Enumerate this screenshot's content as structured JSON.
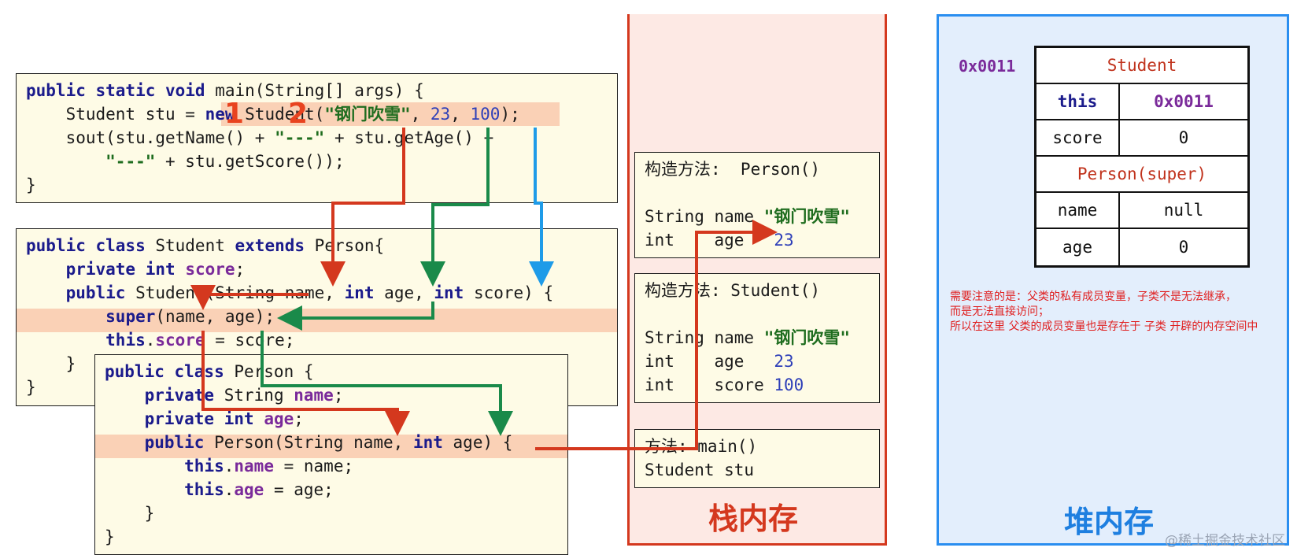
{
  "main_block": {
    "l1": {
      "kw": "public static void",
      "rest": " main(String[] args) {"
    },
    "l2": {
      "pre": "    Student stu = ",
      "new_kw": "new",
      "mid": " Student(",
      "str": "\"钢门吹雪\"",
      "c1": ", ",
      "n1": "23",
      "c2": ", ",
      "n2": "100",
      "end": ");"
    },
    "l3": {
      "pre": "    sout(stu.getName() + ",
      "str": "\"---\"",
      "rest": " + stu.getAge() +"
    },
    "l4": {
      "pre": "        ",
      "str": "\"---\"",
      "rest": " + stu.getScore());"
    },
    "l5": "}"
  },
  "step_marks": {
    "one": "1",
    "two": "2"
  },
  "student_block": {
    "l1": {
      "kw1": "public class",
      "mid": " Student ",
      "kw2": "extends",
      "rest": " Person{"
    },
    "l2": {
      "pre": "    ",
      "kw": "private int",
      "sp": " ",
      "fld": "score",
      "end": ";"
    },
    "l3": {
      "pre": "    ",
      "kw1": "public",
      "mid": " Student(String name, ",
      "kw2": "int",
      "mid2": " age, ",
      "kw3": "int",
      "end": " score) {"
    },
    "l4": {
      "pre": "        ",
      "kw": "super",
      "rest": "(name, age);"
    },
    "l5": {
      "pre": "        ",
      "kw": "this",
      "dot": ".",
      "fld": "score",
      "rest": " = score;"
    },
    "l6": "    }",
    "l7": "}"
  },
  "person_block": {
    "l1": {
      "kw": "public class",
      "rest": " Person {"
    },
    "l2": {
      "pre": "    ",
      "kw": "private",
      "mid": " String ",
      "fld": "name",
      "end": ";"
    },
    "l3": {
      "pre": "    ",
      "kw": "private int",
      "sp": " ",
      "fld": "age",
      "end": ";"
    },
    "l4": {
      "pre": "    ",
      "kw1": "public",
      "mid": " Person(String name, ",
      "kw2": "int",
      "end": " age) {"
    },
    "l5": {
      "pre": "        ",
      "kw": "this",
      "dot": ".",
      "fld": "name",
      "rest": " = name;"
    },
    "l6": {
      "pre": "        ",
      "kw": "this",
      "dot": ".",
      "fld": "age",
      "rest": " = age;"
    },
    "l7": "    }",
    "l8": "}"
  },
  "stack": {
    "label": "栈内存",
    "person_frame": {
      "title": "构造方法:  Person()",
      "r1a": "String name ",
      "r1b": "\"钢门吹雪\"",
      "r2a": "int    age   ",
      "r2b": "23"
    },
    "student_frame": {
      "title": "构造方法: Student()",
      "r1a": "String name ",
      "r1b": "\"钢门吹雪\"",
      "r2a": "int    age   ",
      "r2b": "23",
      "r3a": "int    score ",
      "r3b": "100"
    },
    "main_frame": {
      "title": "方法: main()",
      "r1": "Student stu"
    }
  },
  "heap": {
    "label": "堆内存",
    "address": "0x0011",
    "class_name": "Student",
    "this_label": "this",
    "this_value": "0x0011",
    "score_label": "score",
    "score_value": "0",
    "super_label": "Person(super)",
    "name_label": "name",
    "name_value": "null",
    "age_label": "age",
    "age_value": "0",
    "note": "需要注意的是：父类的私有成员变量，子类不是无法继承，\n而是无法直接访问；\n所以在这里 父类的成员变量也是存在于 子类 开辟的内存空间中"
  },
  "watermark": "@稀土掘金技术社区",
  "colors": {
    "red": "#d4381e",
    "green": "#1a8a4a",
    "blue": "#1e9be8",
    "heap_border": "#2a8ef0"
  }
}
